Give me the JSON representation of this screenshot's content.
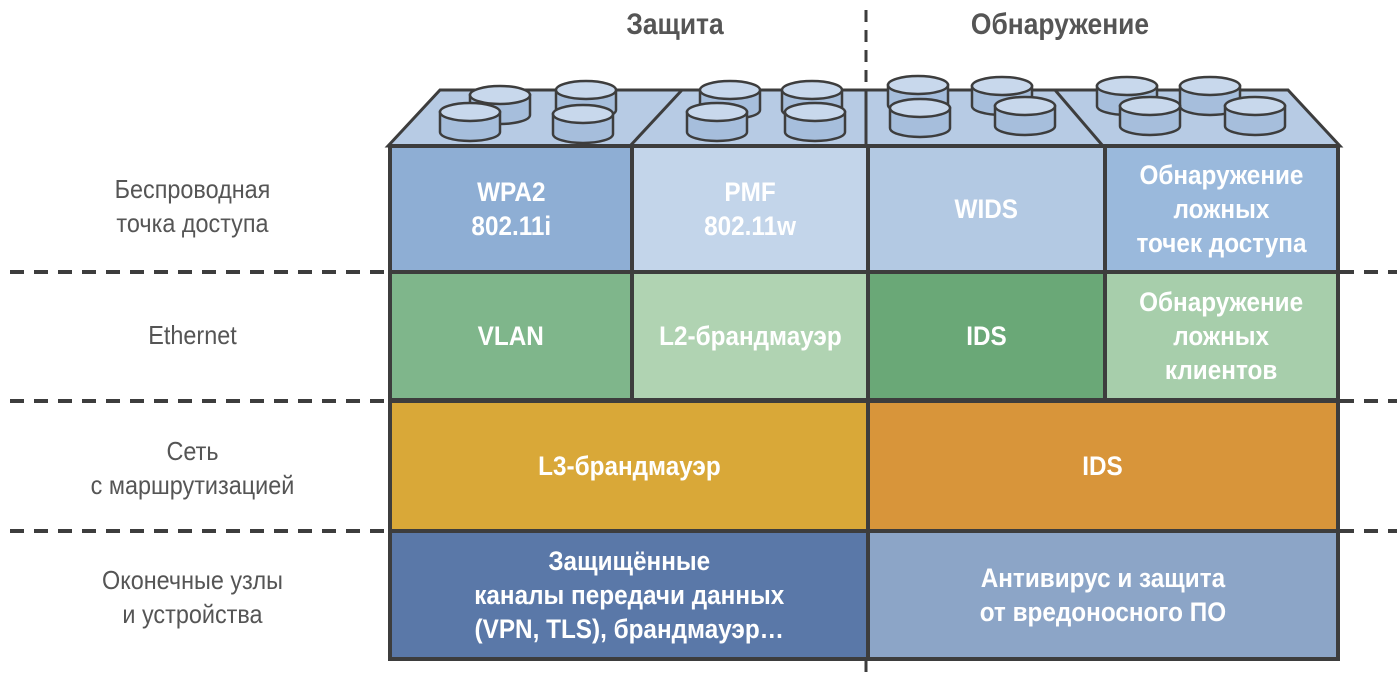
{
  "headers": {
    "protection": "Защита",
    "detection": "Обнаружение"
  },
  "rows": {
    "wireless": "Беспроводная\nточка доступа",
    "ethernet": "Ethernet",
    "routed": "Сеть\nс маршрутизацией",
    "endpoints": "Оконечные узлы\nи устройства"
  },
  "cells": {
    "wpa2": "WPA2\n802.11i",
    "pmf": "PMF\n802.11w",
    "wids": "WIDS",
    "rogue_ap": "Обнаружение\nложных\nточек доступа",
    "vlan": "VLAN",
    "l2_firewall": "L2-брандмауэр",
    "ids_ethernet": "IDS",
    "rogue_clients": "Обнаружение\nложных\nклиентов",
    "l3_firewall": "L3-брандмауэр",
    "ids_routed": "IDS",
    "secure_channels": "Защищённые\nканалы передачи данных\n(VPN, TLS), брандмауэр…",
    "antivirus": "Антивирус и защита\nот вредоносного ПО"
  },
  "colors": {
    "blue_dark": "#8eaed4",
    "blue_light": "#c3d5ea",
    "green_dark": "#6aa877",
    "green_light": "#b0d3b2",
    "gold": "#d9a838",
    "orange": "#d8953a",
    "navy": "#5a78a8",
    "steel": "#8ca5c7",
    "border": "#3d3d3d",
    "text_label": "#555555"
  }
}
